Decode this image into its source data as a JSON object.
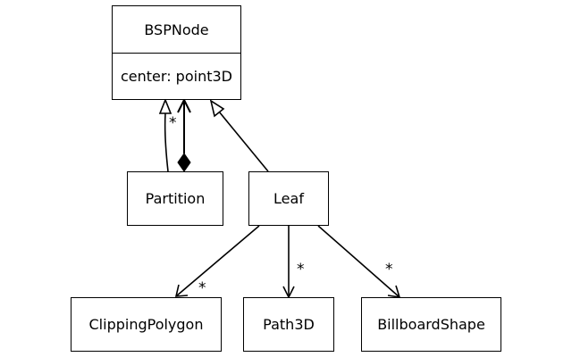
{
  "classes": {
    "bspnode": {
      "name": "BSPNode",
      "attribute": "center: point3D"
    },
    "partition": {
      "name": "Partition"
    },
    "leaf": {
      "name": "Leaf"
    },
    "clipping_polygon": {
      "name": "ClippingPolygon"
    },
    "path3d": {
      "name": "Path3D"
    },
    "billboard_shape": {
      "name": "BillboardShape"
    }
  },
  "relationships": [
    {
      "type": "generalization",
      "from": "Partition",
      "to": "BSPNode",
      "multiplicity": ""
    },
    {
      "type": "composition",
      "from": "Partition",
      "to": "BSPNode",
      "multiplicity": "*"
    },
    {
      "type": "generalization",
      "from": "Leaf",
      "to": "BSPNode",
      "multiplicity": ""
    },
    {
      "type": "association",
      "from": "Leaf",
      "to": "ClippingPolygon",
      "multiplicity": "*"
    },
    {
      "type": "association",
      "from": "Leaf",
      "to": "Path3D",
      "multiplicity": "*"
    },
    {
      "type": "association",
      "from": "Leaf",
      "to": "BillboardShape",
      "multiplicity": "*"
    }
  ],
  "colors": {
    "line": "#000000",
    "background": "#ffffff"
  }
}
